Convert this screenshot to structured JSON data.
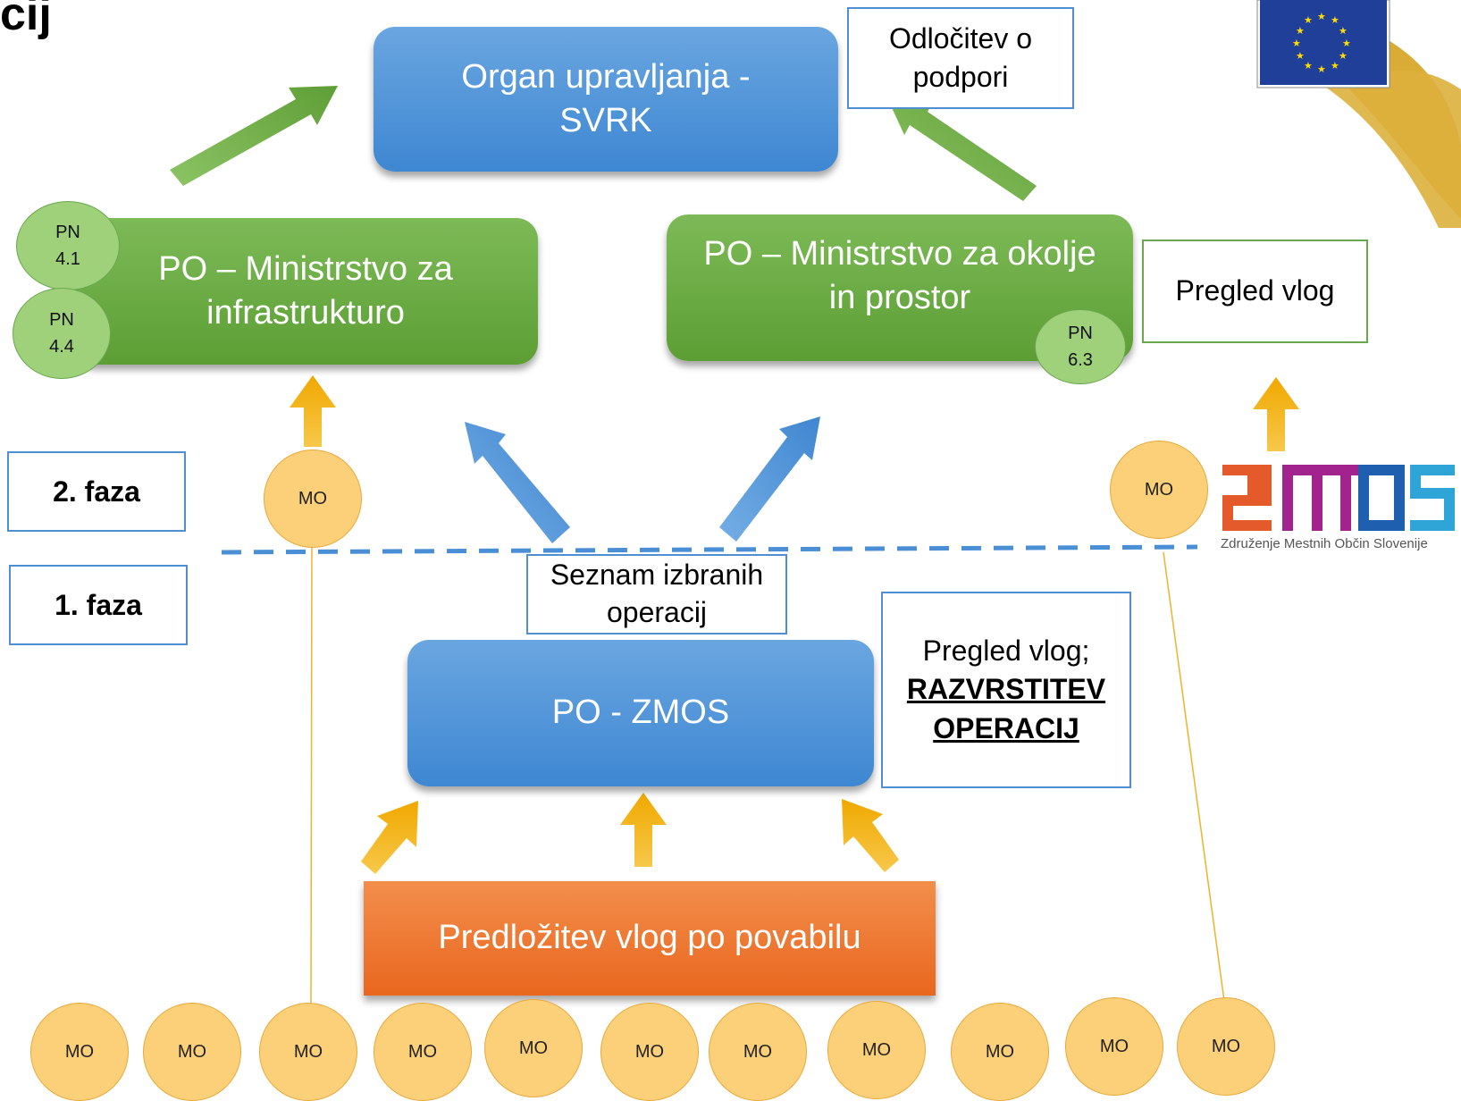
{
  "header": {
    "title_fragment": "cij"
  },
  "boxes": {
    "organ": "Organ upravljanja - SVRK",
    "mzi": "PO – Ministrstvo za infrastrukturo",
    "mop": "PO – Ministrstvo za okolje in prostor",
    "zmos": "PO - ZMOS",
    "predlozitev": "Predložitev vlog po povabilu"
  },
  "notes": {
    "odlocitev": "Odločitev o podpori",
    "pregled_vlog": "Pregled vlog",
    "seznam": "Seznam izbranih operacij",
    "pregled_vlog2": "Pregled vlog;",
    "razvrstitev": "RAZVRSTITEV OPERACIJ"
  },
  "phases": {
    "phase2": "2. faza",
    "phase1": "1. faza"
  },
  "badges": {
    "pn41": "PN 4.1",
    "pn44": "PN 4.4",
    "pn63": "PN 6.3"
  },
  "mo_label": "MO",
  "logo": {
    "zmos_text": "ZMOS",
    "zmos_caption": "Združenje Mestnih Občin Slovenije"
  },
  "colors": {
    "blue": "#4a8fd6",
    "green": "#6aad45",
    "orange": "#ed7529",
    "yellow": "#fcd079",
    "eu_blue": "#1f3f99",
    "gold": "#d9a928"
  }
}
